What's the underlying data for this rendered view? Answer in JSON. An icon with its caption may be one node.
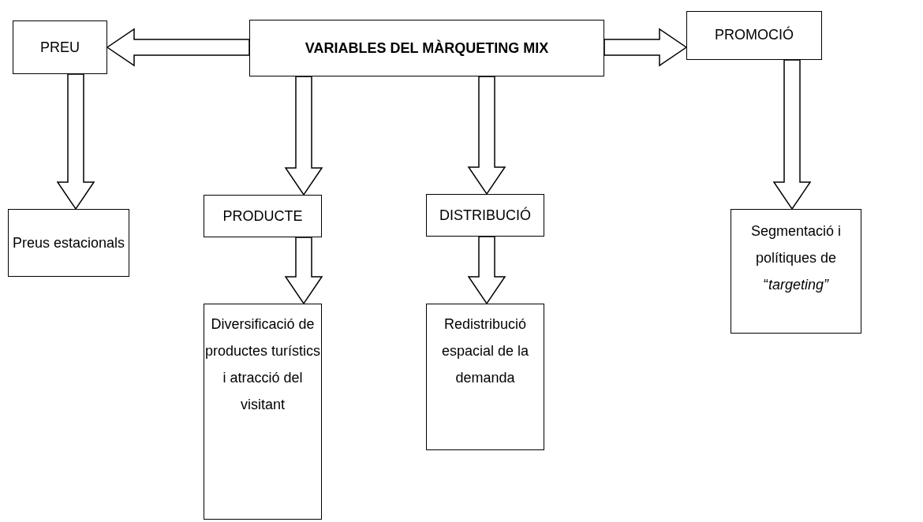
{
  "diagram": {
    "nodes": [
      {
        "text": [
          "PREU"
        ]
      },
      {
        "text": [
          "VARIABLES DEL MÀRQUETING MIX"
        ]
      },
      {
        "text": [
          "PROMOCIÓ"
        ]
      },
      {
        "text": [
          "Preus estacionals"
        ]
      },
      {
        "text": [
          "PRODUCTE"
        ]
      },
      {
        "text": [
          "DISTRIBUCIÓ"
        ]
      },
      {
        "text": [
          "Segmentació i polítiques de “*targeting”*"
        ]
      },
      {
        "text": [
          "Diversificació de productes turístics i atracció del visitant"
        ]
      },
      {
        "text": [
          "Redistribució espacial de la demanda"
        ]
      }
    ],
    "edges": [
      {
        "from": 1,
        "to": 0,
        "arrow": "to"
      },
      {
        "from": 1,
        "to": 2,
        "arrow": "to"
      },
      {
        "from": 0,
        "to": 3,
        "arrow": "to"
      },
      {
        "from": 1,
        "to": 4,
        "arrow": "to"
      },
      {
        "from": 1,
        "to": 5,
        "arrow": "to"
      },
      {
        "from": 2,
        "to": 6,
        "arrow": "to"
      },
      {
        "from": 4,
        "to": 7,
        "arrow": "to"
      },
      {
        "from": 5,
        "to": 8,
        "arrow": "to"
      }
    ]
  }
}
